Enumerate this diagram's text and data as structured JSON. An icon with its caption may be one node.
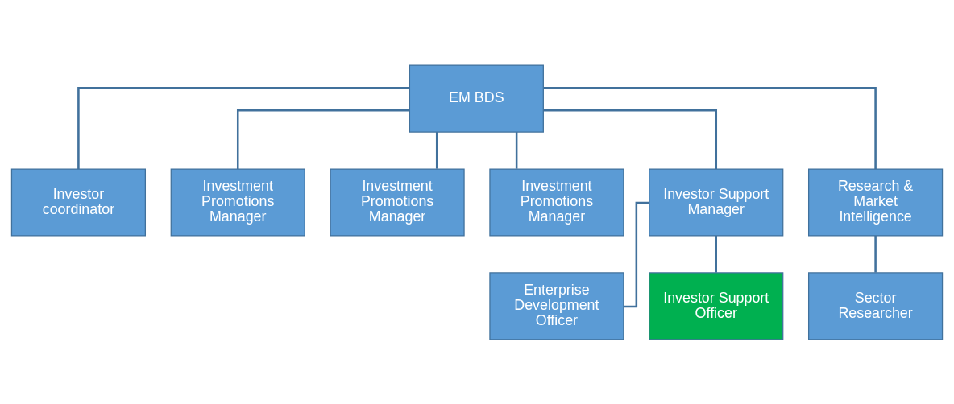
{
  "diagram": {
    "nodes": [
      {
        "text": [
          "EM BDS"
        ]
      },
      {
        "text": [
          "Investor coordinator"
        ]
      },
      {
        "text": [
          "Investment Promotions Manager"
        ]
      },
      {
        "text": [
          "Investment Promotions Manager"
        ]
      },
      {
        "text": [
          "Investment Promotions Manager"
        ]
      },
      {
        "text": [
          "Investor Support Manager"
        ]
      },
      {
        "text": [
          "Research & Market Intelligence"
        ]
      },
      {
        "text": [
          "Enterprise Development Officer"
        ]
      },
      {
        "text": [
          "Investor Support Officer"
        ]
      },
      {
        "text": [
          "Sector Researcher"
        ]
      }
    ],
    "edges": [
      {
        "from": 0,
        "to": 1,
        "arrow": "none"
      },
      {
        "from": 0,
        "to": 2,
        "arrow": "none"
      },
      {
        "from": 0,
        "to": 3,
        "arrow": "none"
      },
      {
        "from": 0,
        "to": 4,
        "arrow": "none"
      },
      {
        "from": 0,
        "to": 5,
        "arrow": "none"
      },
      {
        "from": 0,
        "to": 6,
        "arrow": "none"
      },
      {
        "from": 5,
        "to": 7,
        "arrow": "none"
      },
      {
        "from": 5,
        "to": 8,
        "arrow": "none"
      },
      {
        "from": 6,
        "to": 9,
        "arrow": "none"
      }
    ]
  }
}
